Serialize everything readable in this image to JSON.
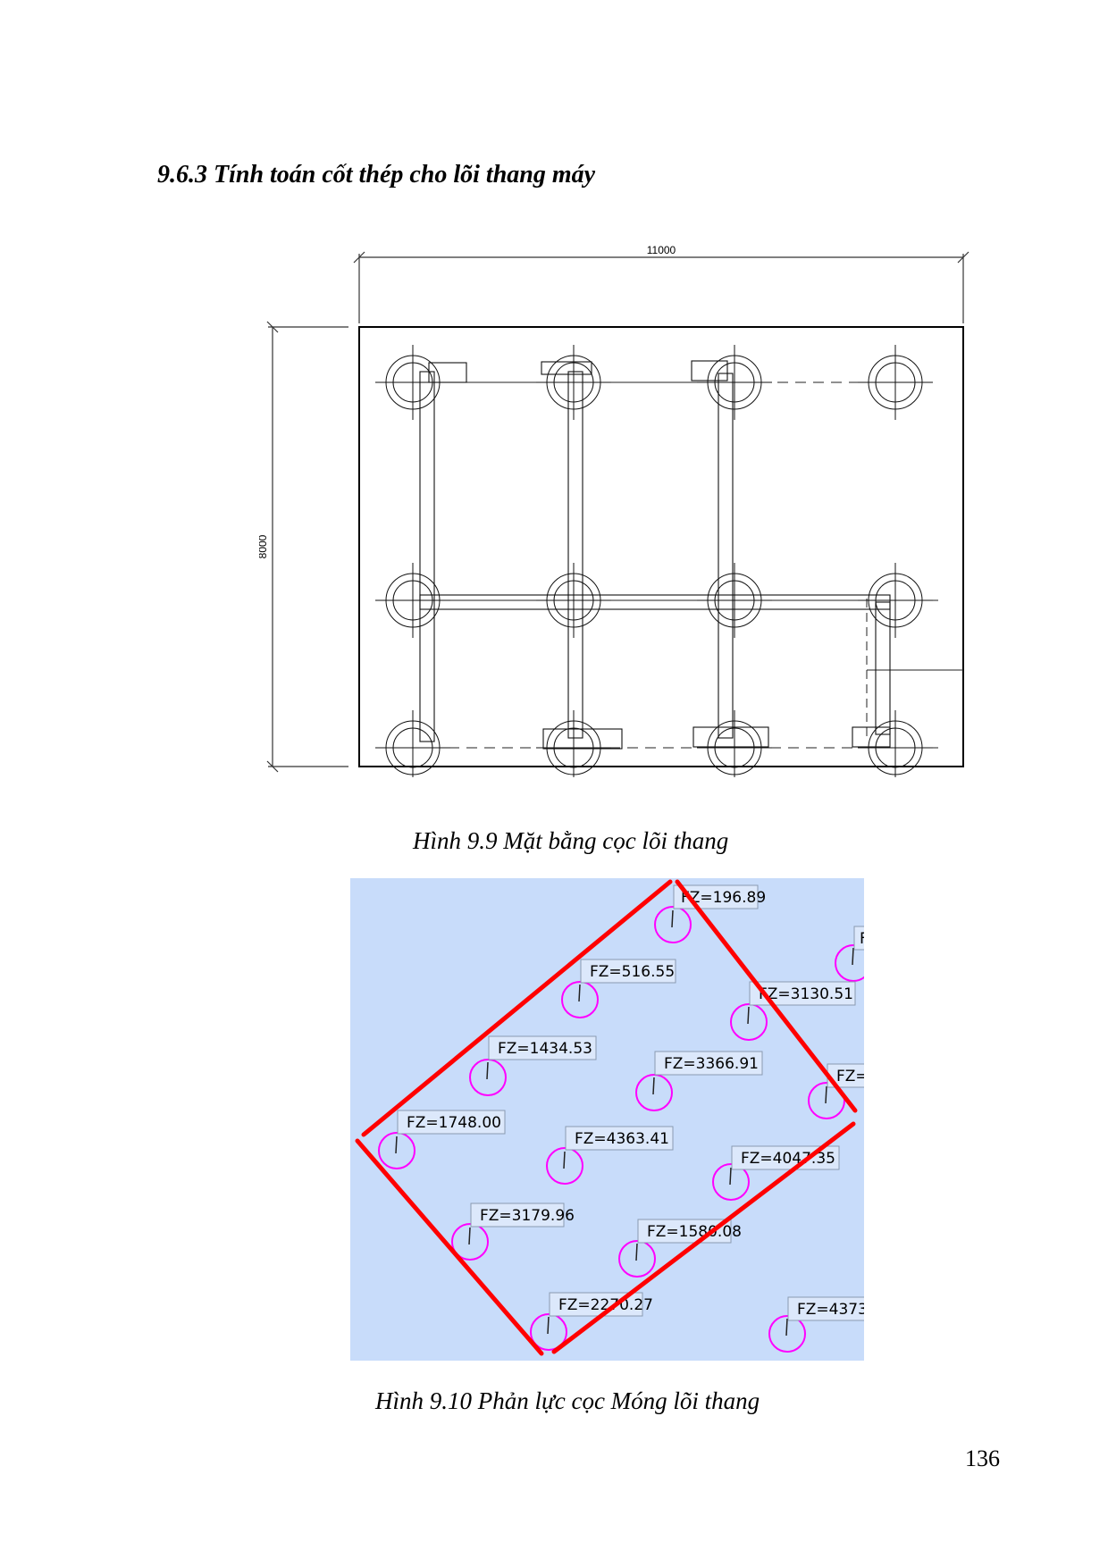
{
  "section": {
    "heading": "9.6.3 Tính toán cốt thép cho lõi thang máy"
  },
  "figure_9_9": {
    "caption": "Hình 9.9 Mặt bằng cọc lõi thang",
    "dimensions": {
      "width_label": "11000",
      "height_label": "8000"
    },
    "pile_grid": {
      "columns": 4,
      "rows": 3
    }
  },
  "figure_9_10": {
    "caption": "Hình 9.10 Phản lực cọc Móng lõi thang",
    "background_color": "#c8dcfa",
    "outline_color": "#ff0000",
    "pile_color": "#ff00ff",
    "piles": [
      {
        "label": "FZ=196.89"
      },
      {
        "label": "FZ=516.55"
      },
      {
        "label": "FZ=3130.51"
      },
      {
        "label": "FZ=1434.53"
      },
      {
        "label": "FZ=3366.91"
      },
      {
        "label": "FZ=1748.00"
      },
      {
        "label": "FZ=4363.41"
      },
      {
        "label": "FZ=4047.35"
      },
      {
        "label": "FZ=3179.96"
      },
      {
        "label": "FZ=1580.08"
      },
      {
        "label": "FZ=2270.27"
      },
      {
        "label": "FZ=4373"
      },
      {
        "label": "FZ="
      },
      {
        "label": "F"
      }
    ]
  },
  "page": {
    "number": "136"
  }
}
